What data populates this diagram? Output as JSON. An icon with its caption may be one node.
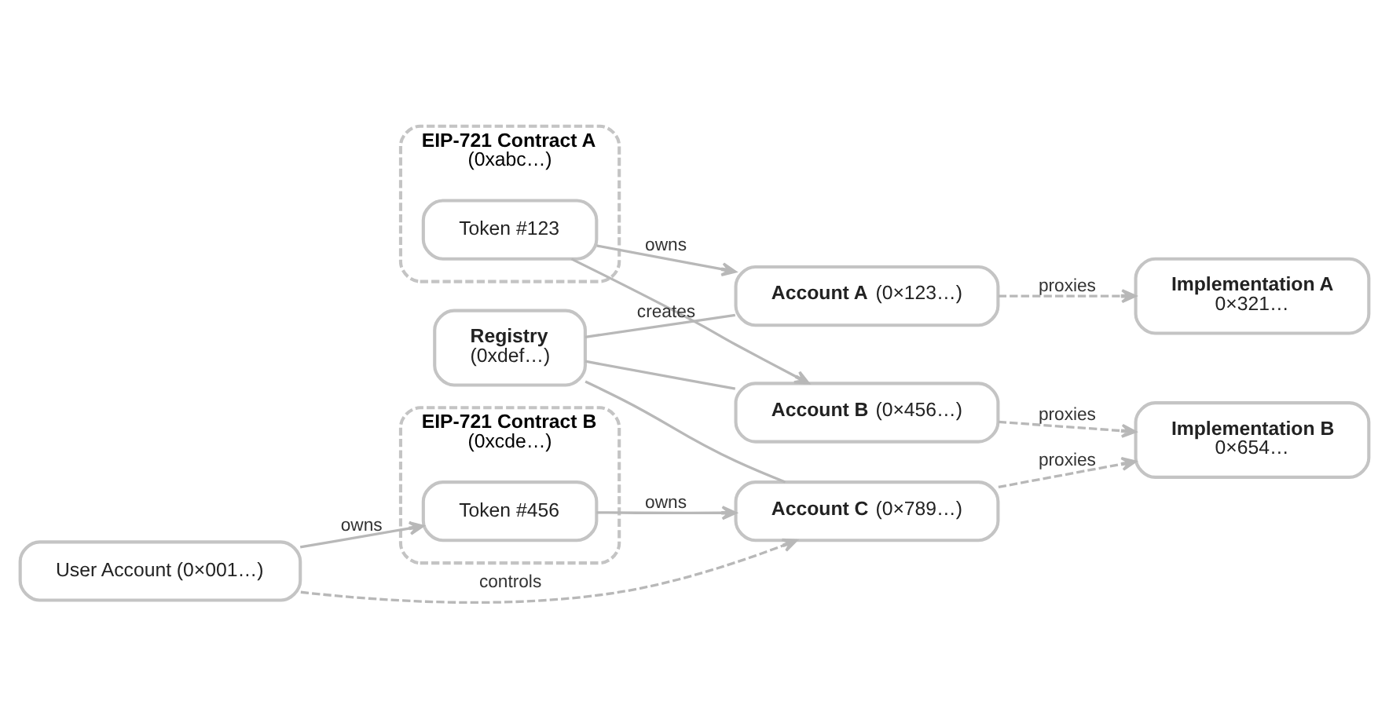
{
  "diagram": {
    "nodes": [
      {
        "text": [
          "EIP-721 Contract A",
          "(0xabc…)"
        ]
      },
      {
        "text": [
          "Token #123"
        ],
        "in": 0
      },
      {
        "text": [
          "EIP-721 Contract B",
          "(0xcde…)"
        ]
      },
      {
        "text": [
          "Token #456"
        ],
        "in": 2
      },
      {
        "text": [
          "Registry",
          "(0xdef…)"
        ]
      },
      {
        "text": [
          "**Account A** (0×123…)"
        ]
      },
      {
        "text": [
          "**Account B** (0×456…)"
        ]
      },
      {
        "text": [
          "**Account C** (0×789…)"
        ]
      },
      {
        "text": [
          "Implementation A",
          "0×321…"
        ]
      },
      {
        "text": [
          "Implementation B",
          "0×654…"
        ]
      },
      {
        "text": [
          "User Account (0×001…)"
        ]
      }
    ],
    "edges": [
      {
        "from": 1,
        "to": 5,
        "arrow": "to",
        "label": "owns"
      },
      {
        "from": 1,
        "to": 6,
        "arrow": "to"
      },
      {
        "from": 3,
        "to": 7,
        "arrow": "to",
        "label": "owns"
      },
      {
        "from": 4,
        "to": 5,
        "arrow": "none",
        "label": "creates"
      },
      {
        "from": 4,
        "to": 6,
        "arrow": "none"
      },
      {
        "from": 4,
        "to": 7,
        "arrow": "none"
      },
      {
        "from": 5,
        "to": 8,
        "arrow": "to",
        "label": "proxies",
        "style": "dashed"
      },
      {
        "from": 6,
        "to": 9,
        "arrow": "to",
        "label": "proxies",
        "style": "dashed"
      },
      {
        "from": 7,
        "to": 9,
        "arrow": "to",
        "label": "proxies",
        "style": "dashed"
      },
      {
        "from": 10,
        "to": 3,
        "arrow": "to",
        "label": "owns"
      },
      {
        "from": 10,
        "to": 7,
        "arrow": "to",
        "label": "controls",
        "style": "dashed"
      }
    ]
  }
}
